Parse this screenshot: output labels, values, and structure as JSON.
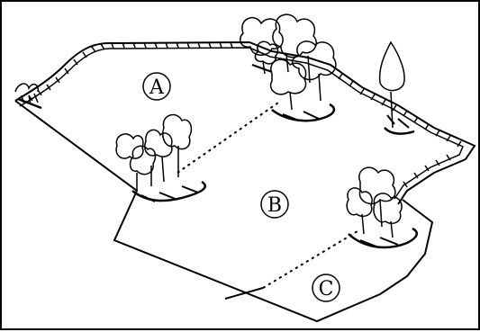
{
  "diagram": {
    "zones": [
      {
        "id": "A",
        "label": "A"
      },
      {
        "id": "B",
        "label": "B"
      },
      {
        "id": "C",
        "label": "C"
      }
    ]
  }
}
